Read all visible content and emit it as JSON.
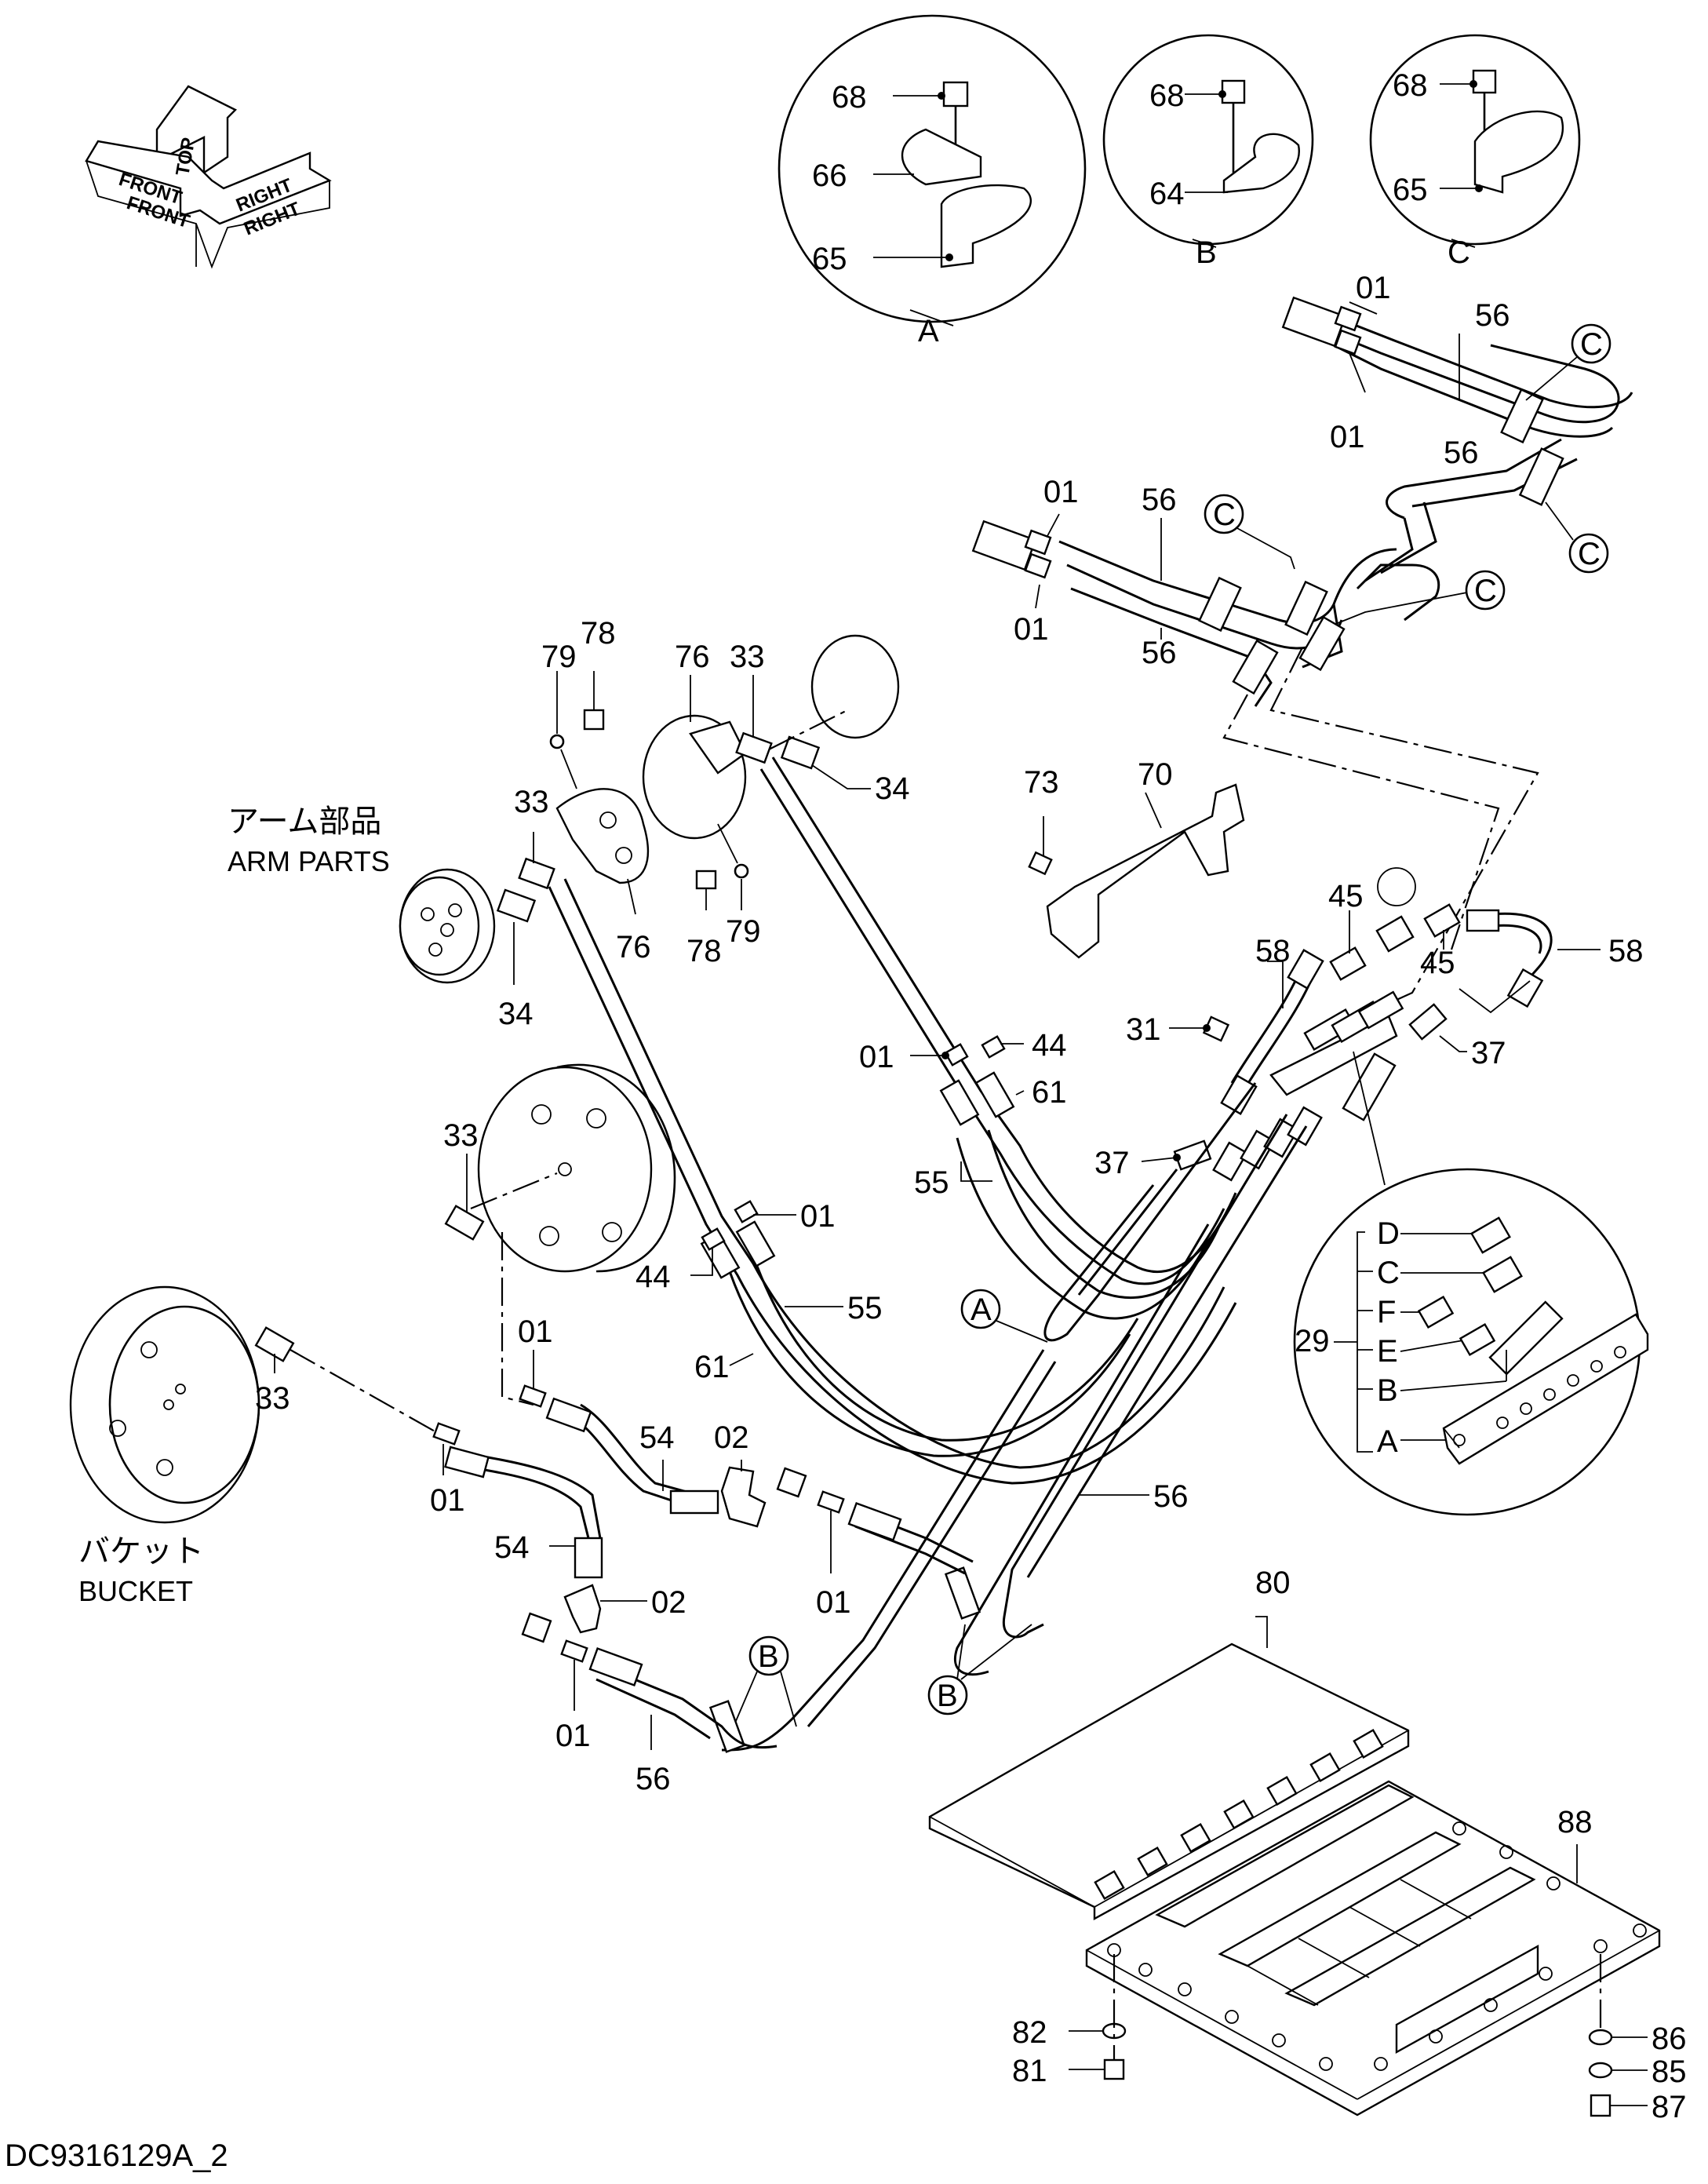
{
  "document_id": "DC9316129A_2",
  "orientation_labels": [
    "FRONT",
    "TOP",
    "RIGHT"
  ],
  "captions": {
    "arm_parts_jp": "アーム部品",
    "arm_parts_en": "ARM  PARTS",
    "bucket_jp": "バケット",
    "bucket_en": "BUCKET"
  },
  "detail_views": [
    "A",
    "B",
    "C"
  ],
  "manifold_ports": [
    "D",
    "C",
    "F",
    "E",
    "B",
    "A"
  ],
  "part_numbers": {
    "p68": "68",
    "p66": "66",
    "p65": "65",
    "p64": "64",
    "p01": "01",
    "p02": "02",
    "p29": "29",
    "p31": "31",
    "p33": "33",
    "p34": "34",
    "p37": "37",
    "p44": "44",
    "p45": "45",
    "p54": "54",
    "p55": "55",
    "p56": "56",
    "p58": "58",
    "p61": "61",
    "p70": "70",
    "p73": "73",
    "p76": "76",
    "p78": "78",
    "p79": "79",
    "p80": "80",
    "p81": "81",
    "p82": "82",
    "p85": "85",
    "p86": "86",
    "p87": "87",
    "p88": "88"
  }
}
